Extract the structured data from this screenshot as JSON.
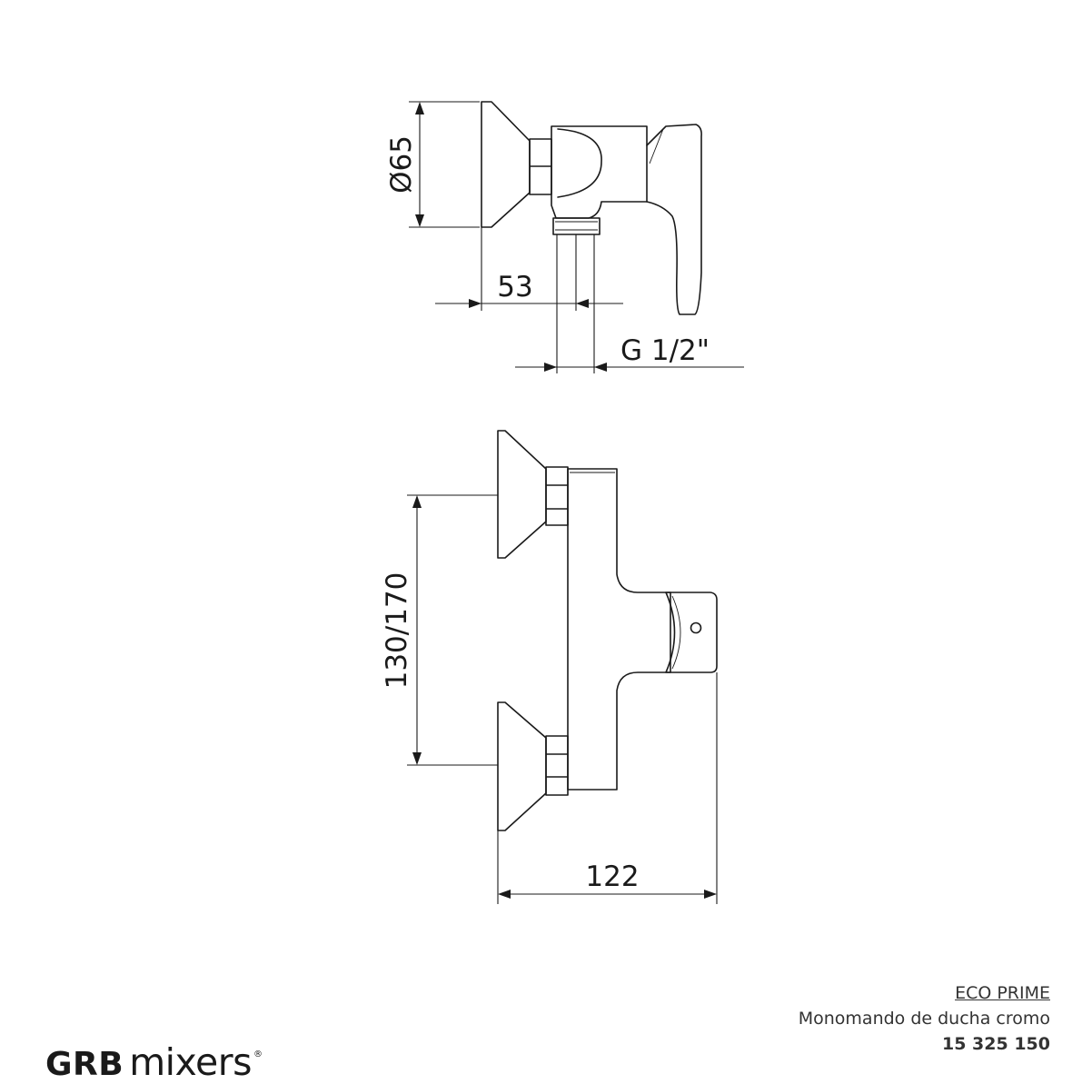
{
  "dimensions": {
    "diameter": "Ø65",
    "depth": "53",
    "thread": "G 1/2\"",
    "centers": "130/170",
    "width": "122"
  },
  "title_block": {
    "series": "ECO PRIME",
    "description": "Monomando de ducha cromo",
    "code": "15 325 150"
  },
  "logo": {
    "brand": "GRB",
    "suffix": "mixers",
    "registered": "®"
  }
}
